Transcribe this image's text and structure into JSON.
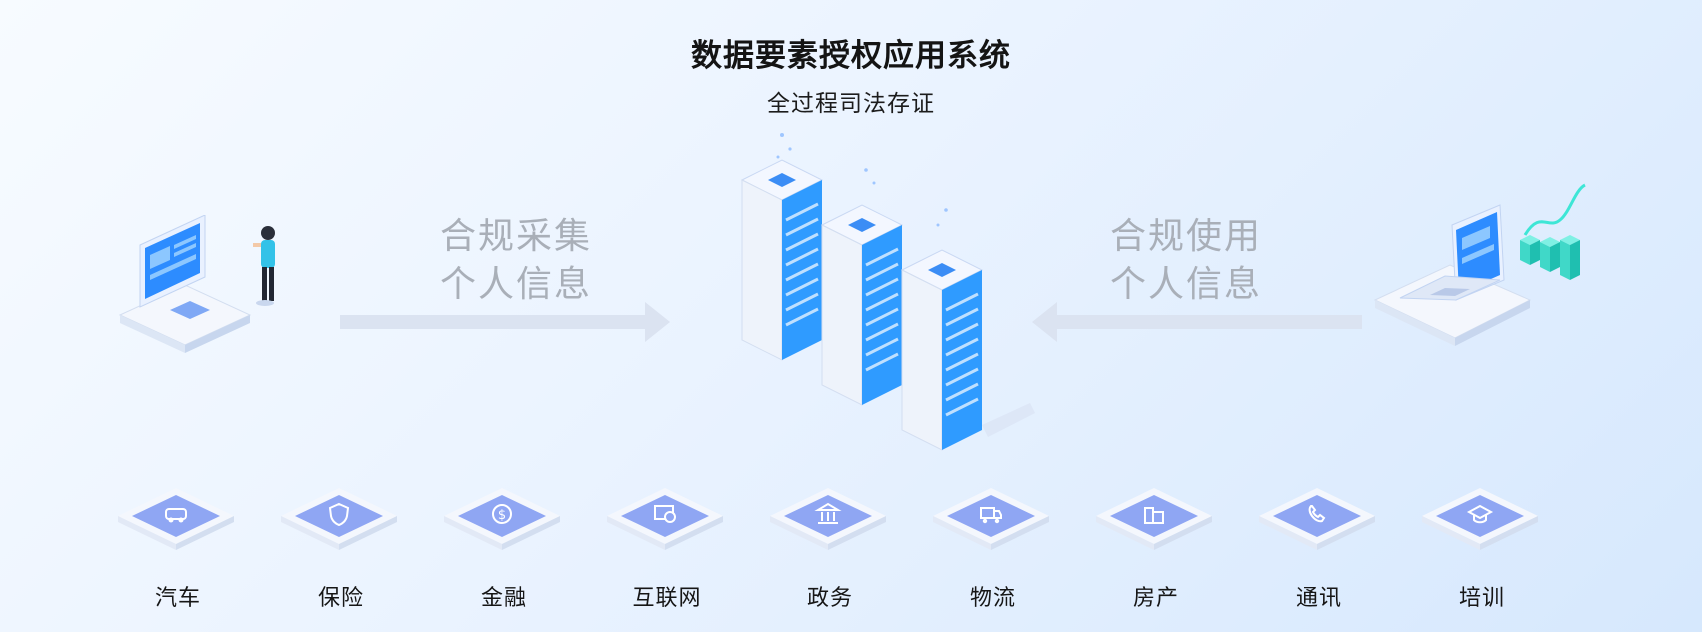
{
  "header": {
    "title": "数据要素授权应用系统",
    "subtitle": "全过程司法存证"
  },
  "flows": {
    "left": {
      "line1": "合规采集",
      "line2": "个人信息"
    },
    "right": {
      "line1": "合规使用",
      "line2": "个人信息"
    }
  },
  "industries": [
    {
      "label": "汽车",
      "icon": "car-icon"
    },
    {
      "label": "保险",
      "icon": "insurance-shield-icon"
    },
    {
      "label": "金融",
      "icon": "dollar-coin-icon"
    },
    {
      "label": "互联网",
      "icon": "globe-monitor-icon"
    },
    {
      "label": "政务",
      "icon": "government-building-icon"
    },
    {
      "label": "物流",
      "icon": "delivery-truck-icon"
    },
    {
      "label": "房产",
      "icon": "buildings-icon"
    },
    {
      "label": "通讯",
      "icon": "telephone-icon"
    },
    {
      "label": "培训",
      "icon": "graduation-cap-icon"
    }
  ],
  "colors": {
    "accent": "#1f8fff",
    "tile": "#8fa6f3",
    "server_blue": "#2f9bff",
    "label_gray": "#a9afb8"
  }
}
